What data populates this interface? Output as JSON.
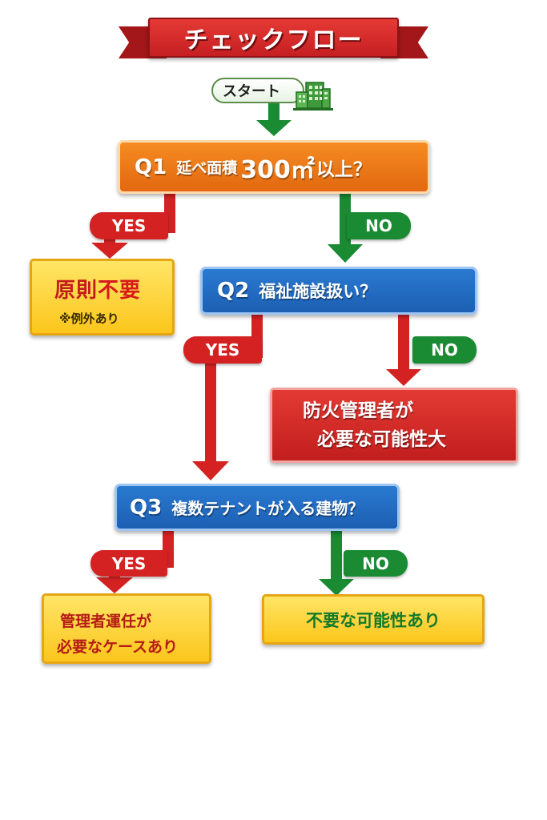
{
  "title": "チェックフロー",
  "start": {
    "label": "スタート",
    "icon": "building-icon"
  },
  "q1": {
    "number": "Q1",
    "text": "延べ面積",
    "value": "300㎡",
    "suffix": "以上？"
  },
  "q2": {
    "number": "Q2",
    "text": "福祉施設扱い？"
  },
  "q3": {
    "number": "Q3",
    "text": "複数テナントが入る建物？"
  },
  "result1": {
    "main": "原則",
    "main_red": "不要",
    "note": "※例外あり"
  },
  "result2": {
    "line1": "防火管理者が",
    "line2": "必要な可能性大"
  },
  "result3": {
    "line1": "管理者運任が",
    "line2": "必要なケースあり"
  },
  "result4": {
    "text": "不要な可能性あり"
  },
  "labels": {
    "yes": "YES",
    "no": "NO"
  },
  "colors": {
    "red": "#d42222",
    "green": "#1a8a33",
    "orange": "#f07a18",
    "blue": "#2266c0",
    "yellow": "#fbd33a"
  }
}
